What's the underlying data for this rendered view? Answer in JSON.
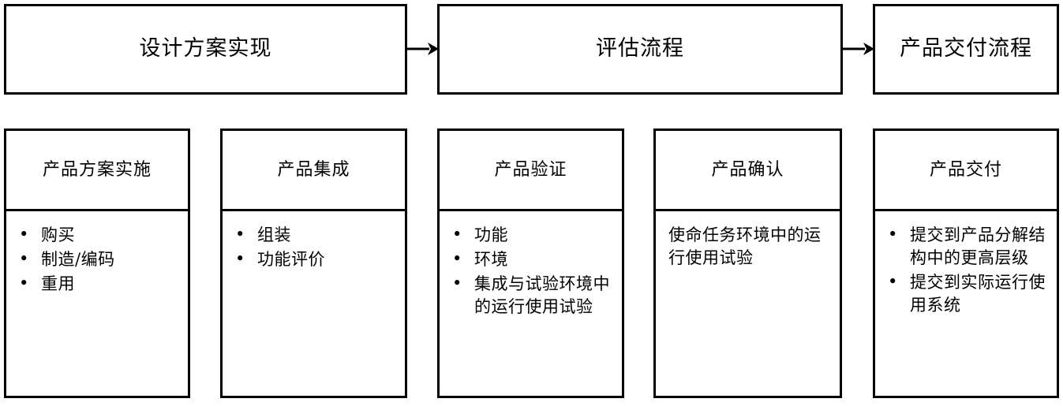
{
  "diagram": {
    "title_hidden": "",
    "colors": {
      "stroke": "#000000",
      "background": "#ffffff",
      "text": "#000000"
    },
    "phases": [
      {
        "label": "设计方案实现"
      },
      {
        "label": "评估流程"
      },
      {
        "label": "产品交付流程"
      }
    ],
    "arrows": [
      {
        "from": "设计方案实现",
        "to": "评估流程",
        "glyph": "arrow-right"
      },
      {
        "from": "评估流程",
        "to": "产品交付流程",
        "glyph": "arrow-right"
      }
    ],
    "activities": [
      {
        "header": "产品方案实施",
        "bulleted": true,
        "items": [
          "购买",
          "制造/编码",
          "重用"
        ]
      },
      {
        "header": "产品集成",
        "bulleted": true,
        "items": [
          "组装",
          "功能评价"
        ]
      },
      {
        "header": "产品验证",
        "bulleted": true,
        "items": [
          "功能",
          "环境",
          "集成与试验环境中的运行使用试验"
        ]
      },
      {
        "header": "产品确认",
        "bulleted": false,
        "items": [
          "使命任务环境中的运行使用试验"
        ]
      },
      {
        "header": "产品交付",
        "bulleted": true,
        "items": [
          "提交到产品分解结构中的更高层级",
          "提交到实际运行使用系统"
        ]
      }
    ]
  }
}
